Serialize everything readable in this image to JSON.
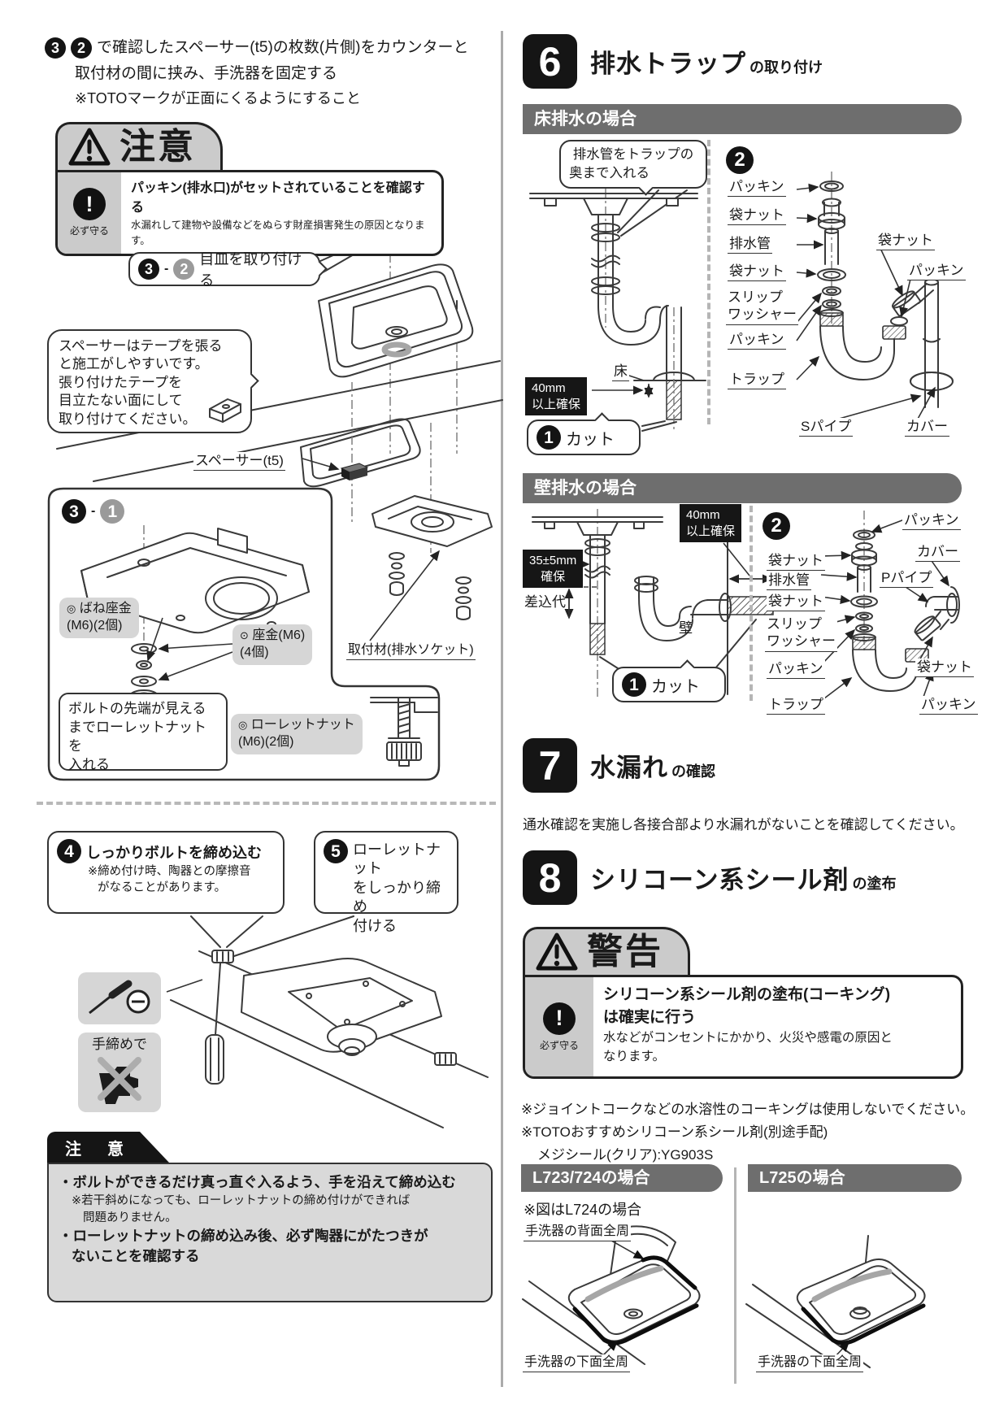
{
  "colors": {
    "section_black": "#151515",
    "bar_gray": "#6e6e6e",
    "chip_gray": "#d6d6d6",
    "caution_bg": "#d9d9d9",
    "tab_gray": "#cbcbcb"
  },
  "left": {
    "step3": {
      "badge": "3",
      "sub": "2",
      "line1": "で確認したスペーサー(t5)の枚数(片側)をカウンターと",
      "line2": "取付材の間に挟み、手洗器を固定する",
      "line3": "※TOTOマークが正面にくるようにすること"
    },
    "caution1": {
      "title": "注意",
      "mandatory": "必ず守る",
      "heading": "パッキン(排水口)がセットされていることを確認する",
      "body": "水漏れして建物や設備などをぬらす財産損害発生の原因となります。"
    },
    "step3_2": {
      "badge": "3",
      "sep": "-",
      "sub": "2",
      "label": "目皿を取り付ける"
    },
    "spacer_tip": {
      "l1": "スペーサーはテープを張る",
      "l2": "と施工がしやすいです。",
      "l3": "張り付けたテープを",
      "l4": "目立たない面にして",
      "l5": "取り付けてください。"
    },
    "spacer_t5": "スペーサー(t5)",
    "step3_1": {
      "badge": "3",
      "sep": "-",
      "sub": "1"
    },
    "parts": {
      "spring_washer_1": "ばね座金",
      "spring_washer_2": "(M6)(2個)",
      "washer_1": "座金(M6)",
      "washer_2": "(4個)",
      "mount": "取付材(排水ソケット)",
      "knurl_note_1": "ボルトの先端が見える",
      "knurl_note_2": "までローレットナットを",
      "knurl_note_3": "入れる",
      "knurl_1": "ローレットナット",
      "knurl_2": "(M6)(2個)"
    },
    "step4": {
      "badge": "4",
      "title": "しっかりボルトを締め込む",
      "note1": "※締め付け時、陶器との摩擦音",
      "note2": "がなることがあります。"
    },
    "step5": {
      "badge": "5",
      "l1": "ローレットナット",
      "l2": "をしっかり締め",
      "l3": "付ける"
    },
    "hand": "手締めで",
    "caution2": {
      "tab": "注　意",
      "b1": "・ボルトができるだけ真っ直ぐ入るよう、手を沿えて締め込む",
      "b1n1": "※若干斜めになっても、ローレットナットの締め付けができれば",
      "b1n2": "問題ありません。",
      "b2a": "・ローレットナットの締め込み後、必ず陶器にがたつきが",
      "b2b": "ないことを確認する"
    }
  },
  "right": {
    "sec6": {
      "num": "6",
      "title": "排水トラップ",
      "suffix": "の取り付け"
    },
    "floor": {
      "bar": "床排水の場合",
      "balloon1": "排水管をトラップの",
      "balloon2": "奥まで入れる",
      "badge2": "2",
      "dim1": "40mm",
      "dim2": "以上確保",
      "floor": "床",
      "cut_badge": "1",
      "cut": "カット",
      "packing1": "パッキン",
      "nut1": "袋ナット",
      "pipe": "排水管",
      "nut2": "袋ナット",
      "slip1": "スリップ",
      "slip2": "ワッシャー",
      "packing2": "パッキン",
      "trap": "トラップ",
      "nut3": "袋ナット",
      "packing3": "パッキン",
      "s_pipe": "Sパイプ",
      "cover": "カバー"
    },
    "wall": {
      "bar": "壁排水の場合",
      "dim40_1": "40mm",
      "dim40_2": "以上確保",
      "dim35_1": "35±5mm",
      "dim35_2": "確保",
      "insert": "差込代",
      "wall": "壁",
      "cut_badge": "1",
      "cut": "カット",
      "badge2": "2",
      "packing_top": "パッキン",
      "cover": "カバー",
      "p_pipe": "Pパイプ",
      "nut1": "袋ナット",
      "pipe": "排水管",
      "nut2": "袋ナット",
      "slip1": "スリップ",
      "slip2": "ワッシャー",
      "packing1": "パッキン",
      "trap": "トラップ",
      "nut3": "袋ナット",
      "packing2": "パッキン"
    },
    "sec7": {
      "num": "7",
      "title": "水漏れ",
      "suffix": "の確認",
      "body": "通水確認を実施し各接合部より水漏れがないことを確認してください。"
    },
    "sec8": {
      "num": "8",
      "title": "シリコーン系シール剤",
      "suffix": "の塗布"
    },
    "warning": {
      "title": "警告",
      "mandatory": "必ず守る",
      "h1": "シリコーン系シール剤の塗布(コーキング)",
      "h2": "は確実に行う",
      "b1": "水などがコンセントにかかり、火災や感電の原因と",
      "b2": "なります。"
    },
    "notes": {
      "n1": "※ジョイントコークなどの水溶性のコーキングは使用しないでください。",
      "n2": "※TOTOおすすめシリコーン系シール剤(別途手配)",
      "n3": "メジシール(クリア):YG903S"
    },
    "l723": {
      "bar": "L723/724の場合",
      "note": "※図はL724の場合",
      "back": "手洗器の背面全周",
      "bottom": "手洗器の下面全周"
    },
    "l725": {
      "bar": "L725の場合",
      "bottom": "手洗器の下面全周"
    }
  }
}
